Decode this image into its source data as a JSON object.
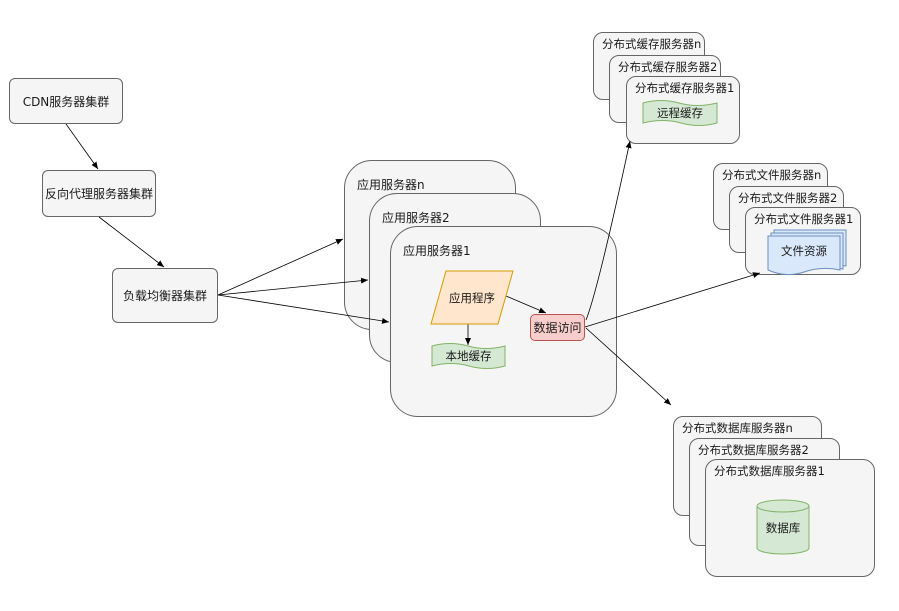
{
  "nodes": {
    "cdn": "CDN服务器集群",
    "reverse_proxy": "反向代理服务器集群",
    "load_balancer": "负载均衡器集群",
    "app_server_n": "应用服务器n",
    "app_server_2": "应用服务器2",
    "app_server_1": "应用服务器1",
    "app_program": "应用程序",
    "local_cache": "本地缓存",
    "data_access": "数据访问",
    "cache_server_n": "分布式缓存服务器n",
    "cache_server_2": "分布式缓存服务器2",
    "cache_server_1": "分布式缓存服务器1",
    "remote_cache": "远程缓存",
    "file_server_n": "分布式文件服务器n",
    "file_server_2": "分布式文件服务器2",
    "file_server_1": "分布式文件服务器1",
    "file_resource": "文件资源",
    "db_server_n": "分布式数据库服务器n",
    "db_server_2": "分布式数据库服务器2",
    "db_server_1": "分布式数据库服务器1",
    "database": "数据库"
  },
  "colors": {
    "box_fill": "#f5f5f5",
    "box_stroke": "#666666",
    "app_program_fill": "#ffe6cc",
    "app_program_stroke": "#d79b00",
    "cache_fill": "#d5e8d4",
    "cache_stroke": "#82b366",
    "data_access_fill": "#f8cecc",
    "data_access_stroke": "#b85450",
    "file_fill": "#dae8fc",
    "file_stroke": "#6c8ebf"
  }
}
